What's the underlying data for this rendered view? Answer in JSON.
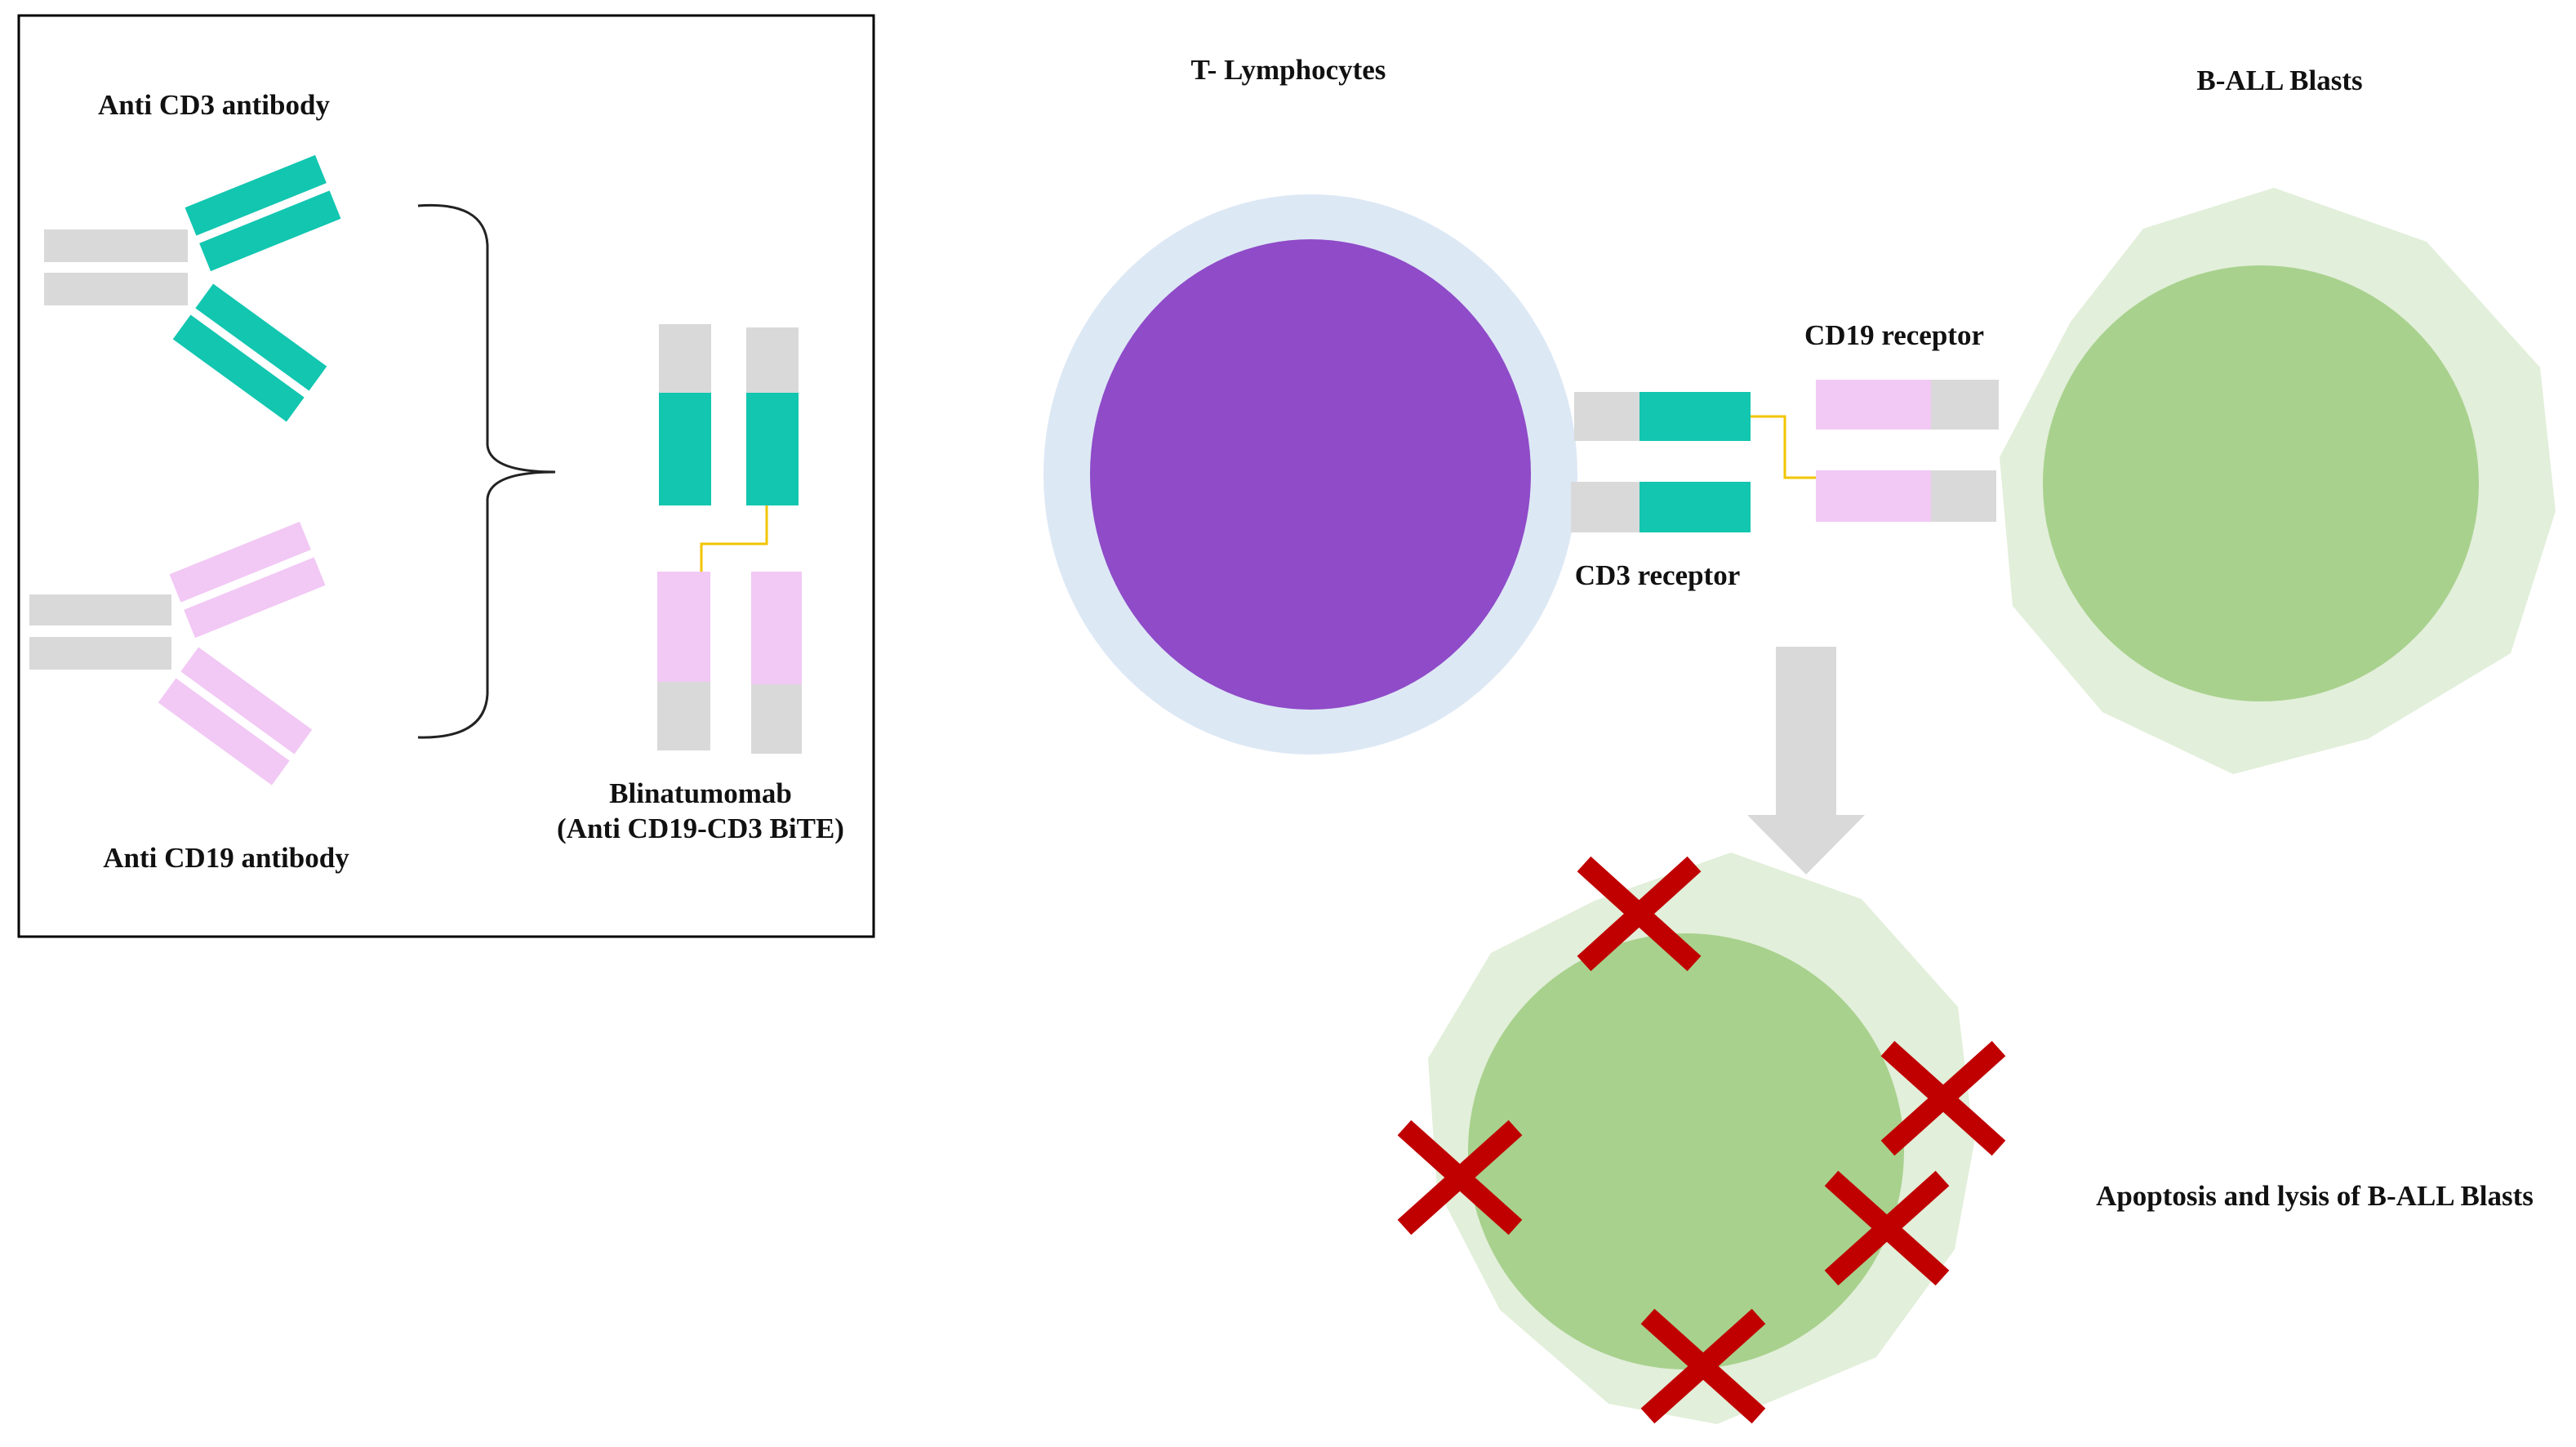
{
  "labels": {
    "anti_cd3": "Anti CD3 antibody",
    "anti_cd19": "Anti CD19 antibody",
    "blinatumomab_line1": "Blinatumomab",
    "blinatumomab_line2": "(Anti CD19-CD3 BiTE)",
    "t_lymphocytes": "T- Lymphocytes",
    "b_all_blasts": "B-ALL Blasts",
    "cd19_receptor": "CD19 receptor",
    "cd3_receptor": "CD3 receptor",
    "apoptosis": "Apoptosis and lysis of B-ALL Blasts"
  },
  "colors": {
    "teal": "#12c6b0",
    "pink": "#f2c8f5",
    "gray": "#d9d9d9",
    "linker": "#f2c500",
    "t_cell_outer": "#dde8f5",
    "t_cell_inner": "#8f4bc8",
    "blast_outer": "#e2efda",
    "blast_inner": "#a8d18d",
    "cross": "#c00000",
    "arrow": "#d9d9d9"
  }
}
